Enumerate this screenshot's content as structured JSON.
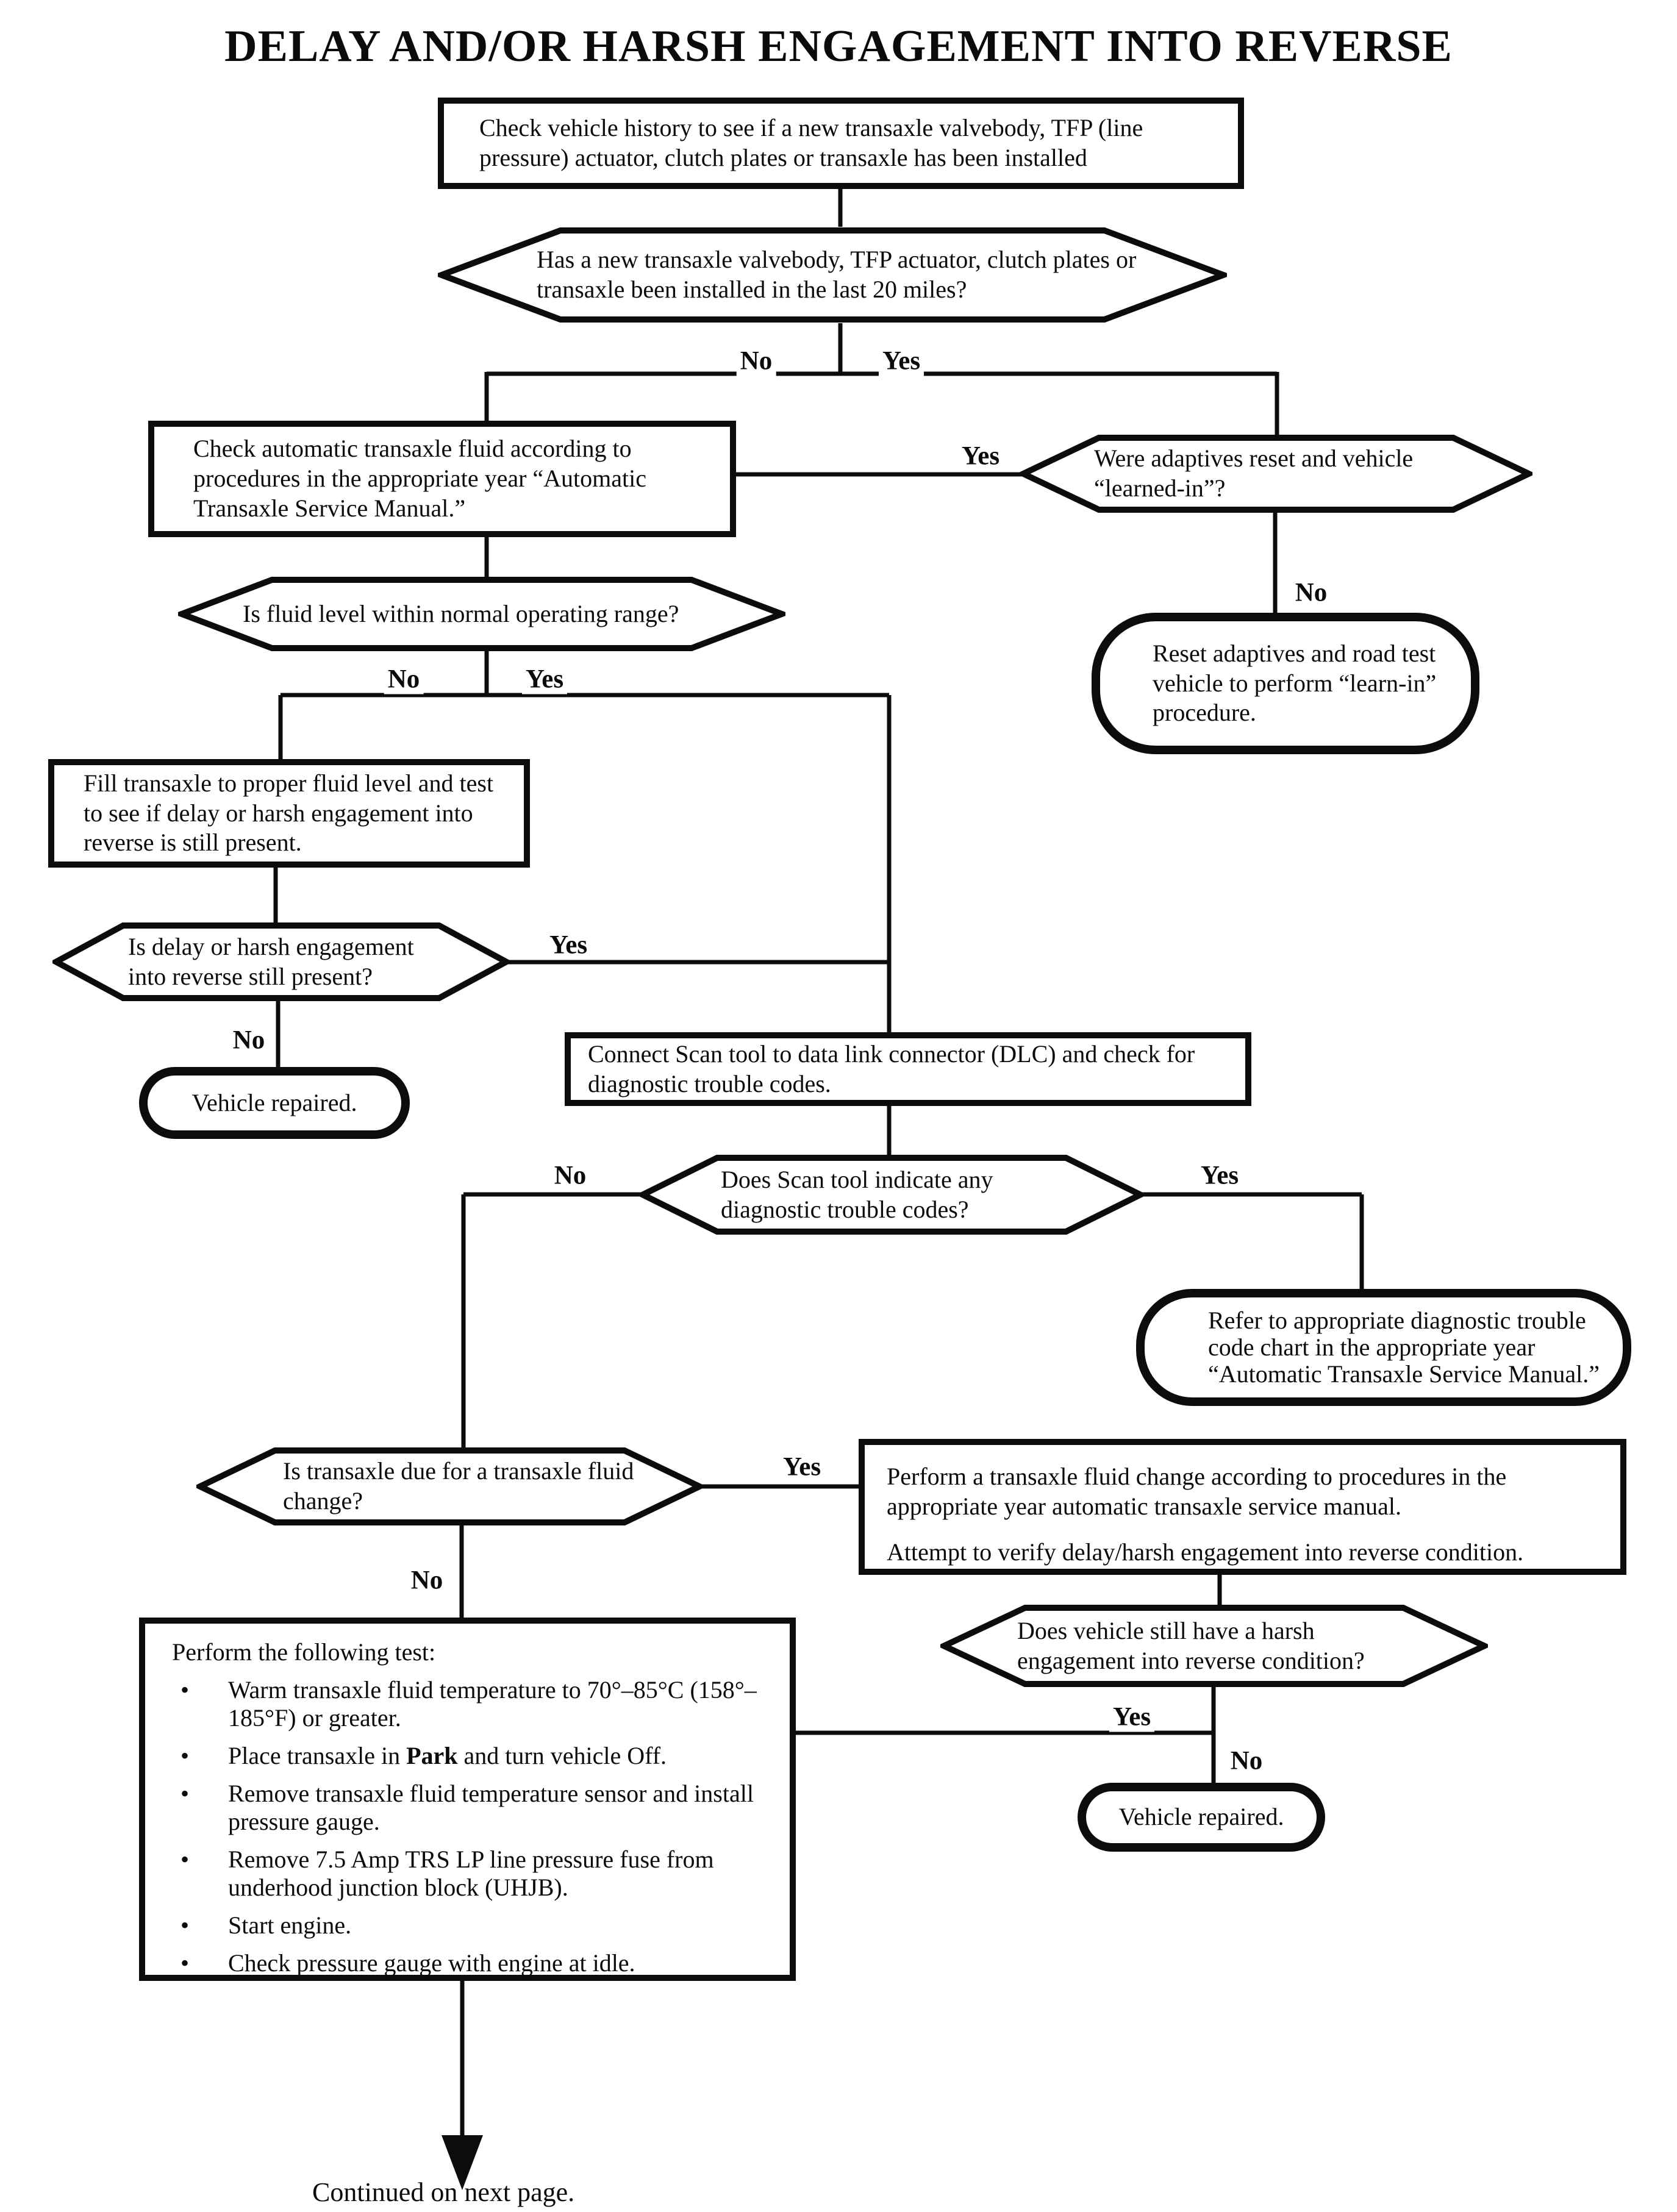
{
  "title": "DELAY AND/OR HARSH ENGAGEMENT INTO REVERSE",
  "labels": {
    "yes": "Yes",
    "no": "No"
  },
  "nodes": {
    "check_history": "Check vehicle history to see if a new transaxle valvebody, TFP (line pressure) actuator, clutch plates or transaxle has been installed",
    "installed_q": "Has a new transaxle valvebody, TFP actuator, clutch plates or transaxle been installed in the last 20 miles?",
    "check_atf": "Check automatic transaxle fluid according to procedures in the appropriate year “Automatic Transaxle Service Manual.”",
    "adaptives_q": "Were adaptives reset and vehicle “learned-in”?",
    "reset_adaptives": "Reset adaptives and road test vehicle to perform “learn-in” procedure.",
    "fluid_q": "Is fluid level within normal operating range?",
    "fill_transaxle": "Fill transaxle to proper fluid level and test to see if delay or harsh engagement into reverse is still present.",
    "delay_q": "Is delay or harsh engagement into reverse still present?",
    "vehicle_repaired_1": "Vehicle repaired.",
    "connect_scan": "Connect Scan tool to data link connector (DLC) and check for diagnostic trouble codes.",
    "scan_q": "Does Scan tool indicate any diagnostic trouble codes?",
    "refer_dtc": "Refer to appropriate diagnostic trouble code chart in the appropriate year “Automatic Transaxle Service Manual.”",
    "due_q": "Is transaxle due for a transaxle fluid change?",
    "fluid_change_p1": "Perform a transaxle fluid change according to procedures in the appropriate year automatic transaxle service manual.",
    "fluid_change_p2": "Attempt to verify delay/harsh engagement into reverse condition.",
    "harsh_q": "Does vehicle still have a harsh engagement into reverse condition?",
    "vehicle_repaired_2": "Vehicle repaired."
  },
  "perform_test": {
    "intro": "Perform the following test:",
    "bullet": "•",
    "bullets": [
      {
        "pre": "Warm transaxle fluid temperature to 70°–85°C (158°–185°F) or greater."
      },
      {
        "pre": "Place transaxle in ",
        "bold": "Park",
        "post": " and turn vehicle Off."
      },
      {
        "pre": "Remove transaxle fluid temperature sensor and install pressure gauge."
      },
      {
        "pre": "Remove 7.5 Amp TRS LP line pressure fuse from underhood junction block (UHJB)."
      },
      {
        "pre": "Start engine."
      },
      {
        "pre": "Check pressure gauge with engine at idle."
      }
    ]
  },
  "footer": {
    "continued": "Continued on next page."
  }
}
